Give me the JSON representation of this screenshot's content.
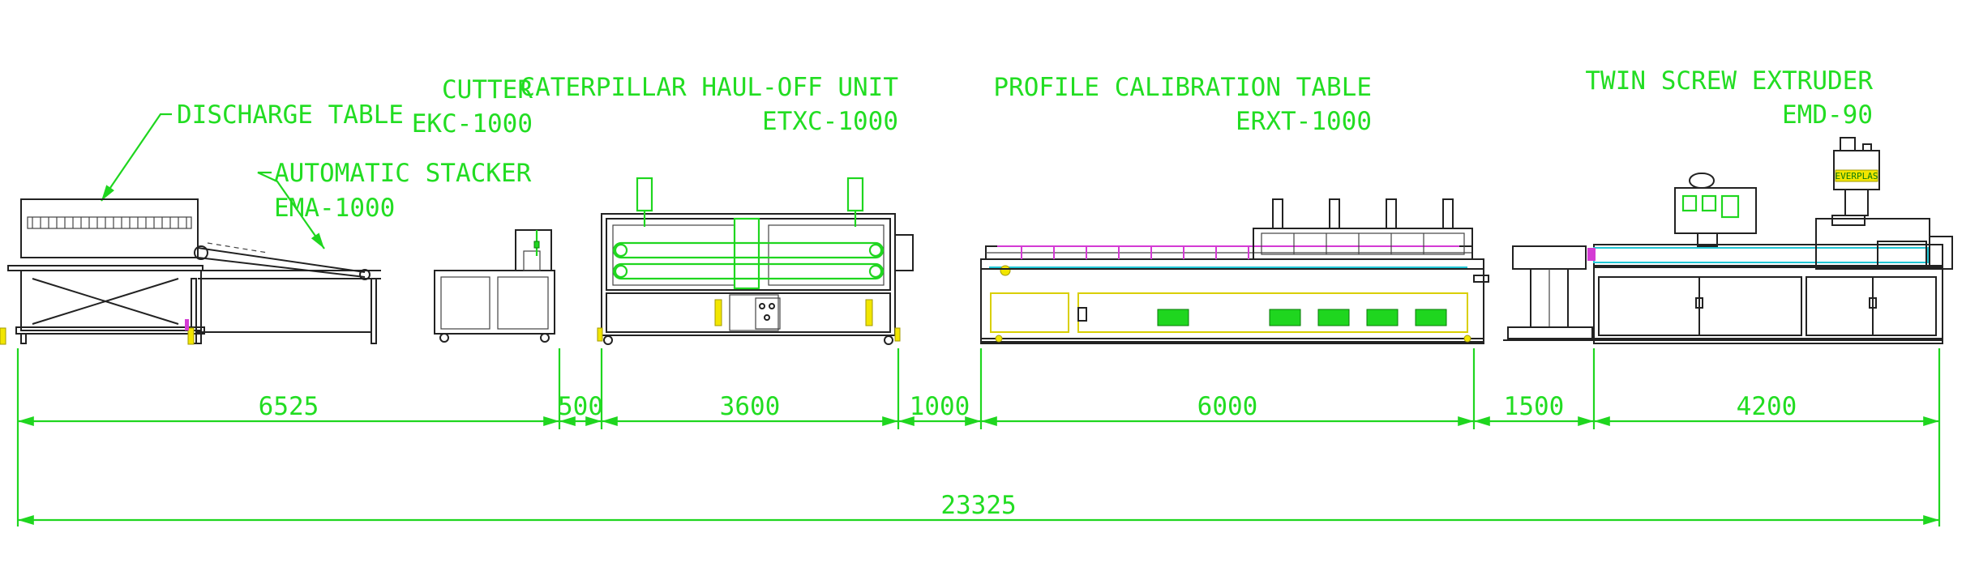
{
  "colors": {
    "annotation": "#22dd22",
    "outline": "#222222",
    "accent_magenta": "#d43bd4",
    "accent_yellow": "#f2e600",
    "accent_cyan": "#22c7d6"
  },
  "machines": {
    "discharge_table": {
      "name": "DISCHARGE TABLE"
    },
    "stacker": {
      "name": "AUTOMATIC STACKER",
      "model": "EMA-1000"
    },
    "cutter": {
      "name": "CUTTER",
      "model": "EKC-1000"
    },
    "haul_off": {
      "name": "CATERPILLAR HAUL-OFF UNIT",
      "model": "ETXC-1000"
    },
    "calibration": {
      "name": "PROFILE CALIBRATION TABLE",
      "model": "ERXT-1000"
    },
    "extruder": {
      "name": "TWIN SCREW EXTRUDER",
      "model": "EMD-90",
      "brand": "EVERPLAS"
    }
  },
  "dimensions": {
    "d1": "6525",
    "d2": "500",
    "d3": "3600",
    "d4": "1000",
    "d5": "6000",
    "d6": "1500",
    "d7": "4200",
    "total": "23325"
  }
}
